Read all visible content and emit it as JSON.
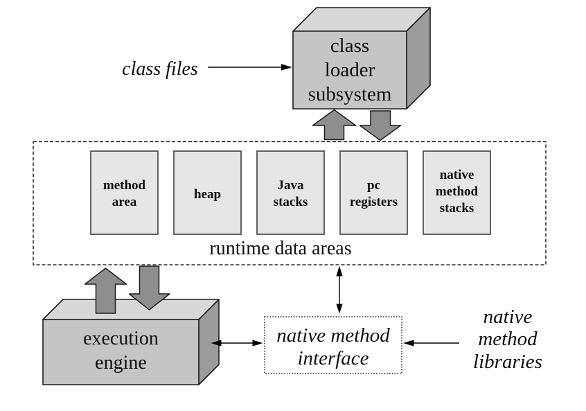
{
  "colors": {
    "background": "#ffffff",
    "box_front": "#c5c5c5",
    "box_top": "#d8d8d8",
    "box_side": "#9c9c9c",
    "block_arrow": "#8e8e8e",
    "runtime_box_fill": "#e6e6e6",
    "interface_fill": "#ffffff"
  },
  "labels": {
    "class_files": "class files",
    "runtime_data_areas": "runtime data areas"
  },
  "class_loader": {
    "lines": [
      "class",
      "loader",
      "subsystem"
    ]
  },
  "runtime_boxes": [
    {
      "lines": [
        "method",
        "area"
      ]
    },
    {
      "lines": [
        "heap"
      ]
    },
    {
      "lines": [
        "Java",
        "stacks"
      ]
    },
    {
      "lines": [
        "pc",
        "registers"
      ]
    },
    {
      "lines": [
        "native",
        "method",
        "stacks"
      ]
    }
  ],
  "execution_engine": {
    "lines": [
      "execution",
      "engine"
    ]
  },
  "native_method_interface": {
    "lines": [
      "native method",
      "interface"
    ]
  },
  "native_method_libraries": {
    "lines": [
      "native",
      "method",
      "libraries"
    ]
  }
}
